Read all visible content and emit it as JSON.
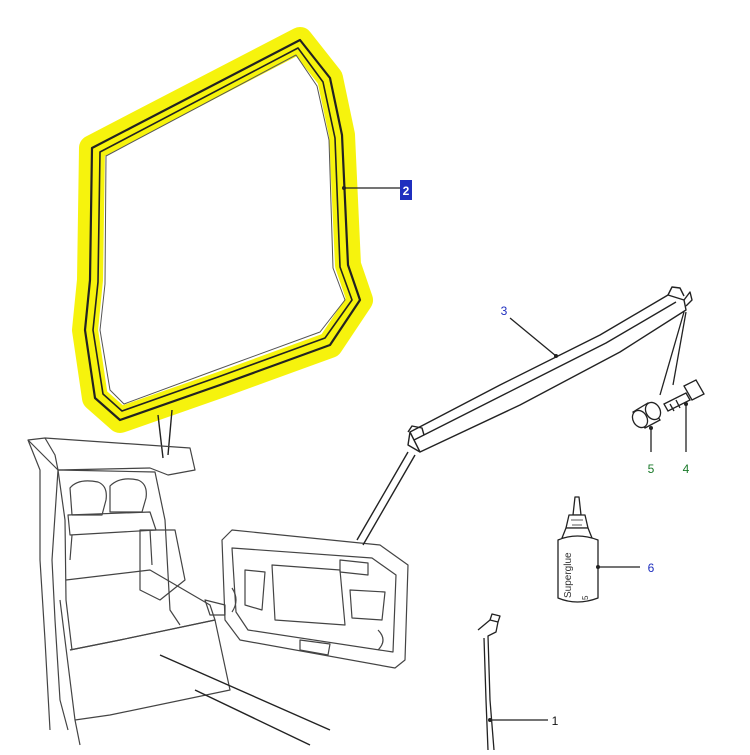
{
  "callouts": {
    "seal": {
      "label": "2",
      "color": "#1f2fbf",
      "selected": true
    },
    "trim_strip": {
      "label": "3",
      "color": "#1f2fbf"
    },
    "bolt": {
      "label": "4",
      "color": "#1a7a2a"
    },
    "spacer": {
      "label": "5",
      "color": "#1a7a2a"
    },
    "glue_bottle": {
      "label": "6",
      "color": "#1f2fbf"
    },
    "check_strap": {
      "label": "1",
      "color": "#111111"
    }
  },
  "bottle_text": "Superglue",
  "bottle_volume": "5",
  "colors": {
    "highlight": "#f5f200",
    "selection": "#1f2fbf",
    "line": "#222222"
  }
}
